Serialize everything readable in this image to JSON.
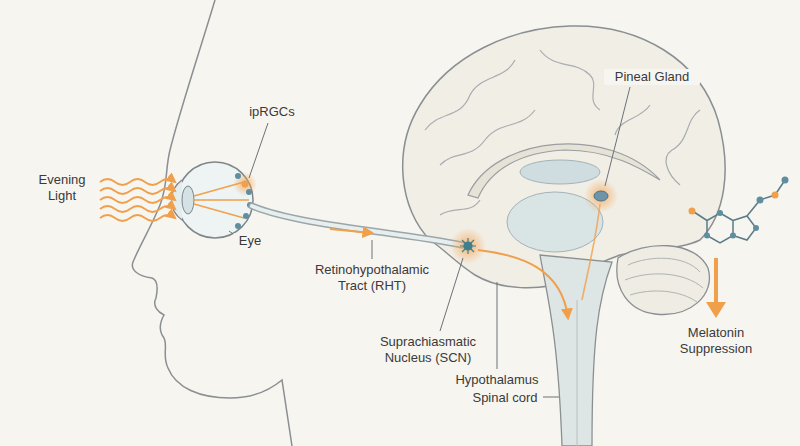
{
  "diagram": {
    "labels": [
      "Evening Light",
      "ipRGCs",
      "Eye",
      "Retinohypothalamic Tract (RHT)",
      "Suprachiasmatic Nucleus (SCN)",
      "Hypothalamus",
      "Spinal cord",
      "Pineal Gland",
      "Melatonin Suppression"
    ]
  }
}
